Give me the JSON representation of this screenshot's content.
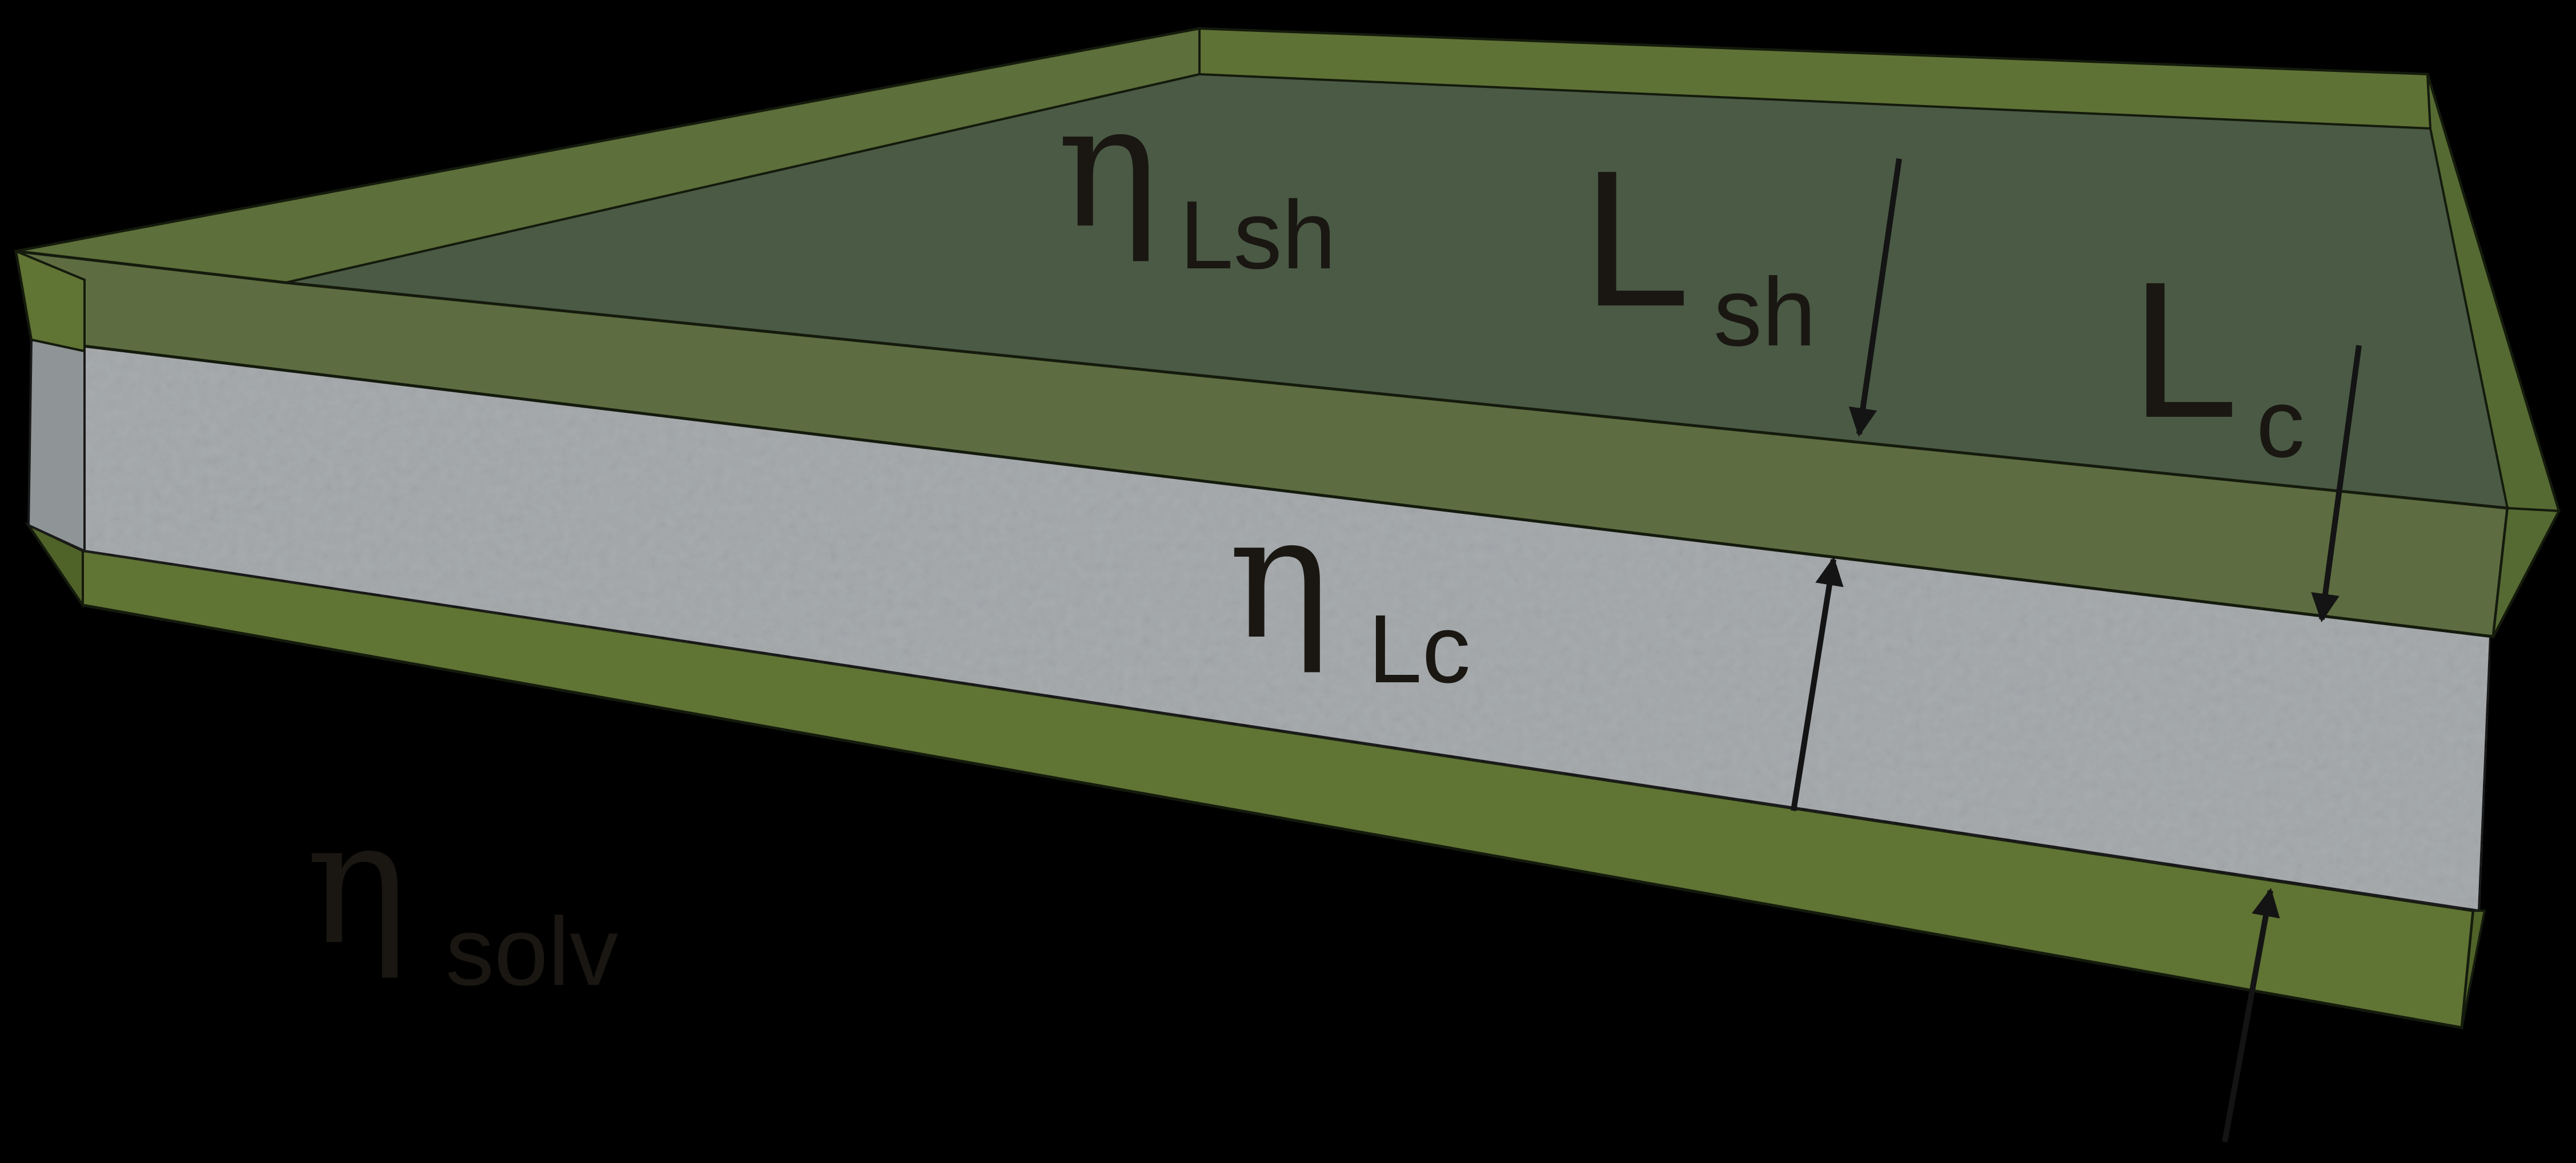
{
  "colors": {
    "background": "#000000",
    "shell_green": "#5f7233",
    "shell_green_top": "#4a5a45",
    "core_gray": "#a7abae",
    "outline": "#141a0c",
    "label_dark": "#1a1712"
  },
  "labels": {
    "eta_shell": {
      "symbol": "η",
      "subscript": "Lsh"
    },
    "L_shell": {
      "symbol": "L",
      "subscript": "sh"
    },
    "L_core": {
      "symbol": "L",
      "subscript": "c"
    },
    "eta_core": {
      "symbol": "η",
      "subscript": "Lc"
    },
    "eta_solvent": {
      "symbol": "η",
      "subscript": "solv"
    }
  }
}
